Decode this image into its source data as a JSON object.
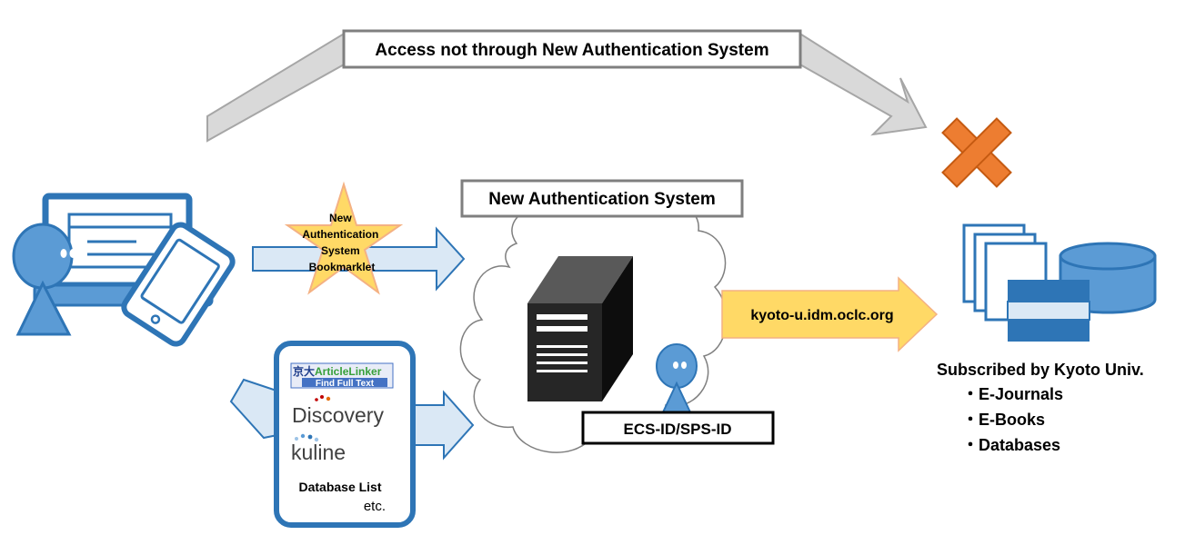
{
  "labels": {
    "top_access": "Access not through New Authentication System",
    "nas_title": "New Authentication System",
    "bookmarklet": [
      "New",
      "Authentication",
      "System",
      "Bookmarklet"
    ],
    "proxy_url": "kyoto-u.idm.oclc.org",
    "ids": "ECS-ID/SPS-ID",
    "subscribed_title": "Subscribed by Kyoto Univ.",
    "subscribed_items": [
      "・E-Journals",
      "・E-Books",
      "・Databases"
    ]
  },
  "entry_points": {
    "articlelinker_prefix": "京大",
    "articlelinker_name": "ArticleLinker",
    "articlelinker_sub": "Find Full Text",
    "discovery": "Discovery",
    "kuline": "kuline",
    "database_list": "Database List",
    "etc": "etc."
  },
  "colors": {
    "user_blue": "#5b9bd5",
    "outline_blue": "#2e75b6",
    "arrow_light_blue": "#dae8f5",
    "arrow_gray": "#d9d9d9",
    "star_yellow": "#ffd966",
    "proxy_arrow": "#ffd966",
    "cross_orange": "#ed7d31",
    "server_dark": "#262626",
    "db_blue": "#5b9bd5"
  },
  "icons": [
    "user-icon",
    "laptop-icon",
    "tablet-icon",
    "star-badge-icon",
    "cloud-icon",
    "server-icon",
    "cross-icon",
    "documents-icon",
    "database-icon",
    "books-icon"
  ]
}
